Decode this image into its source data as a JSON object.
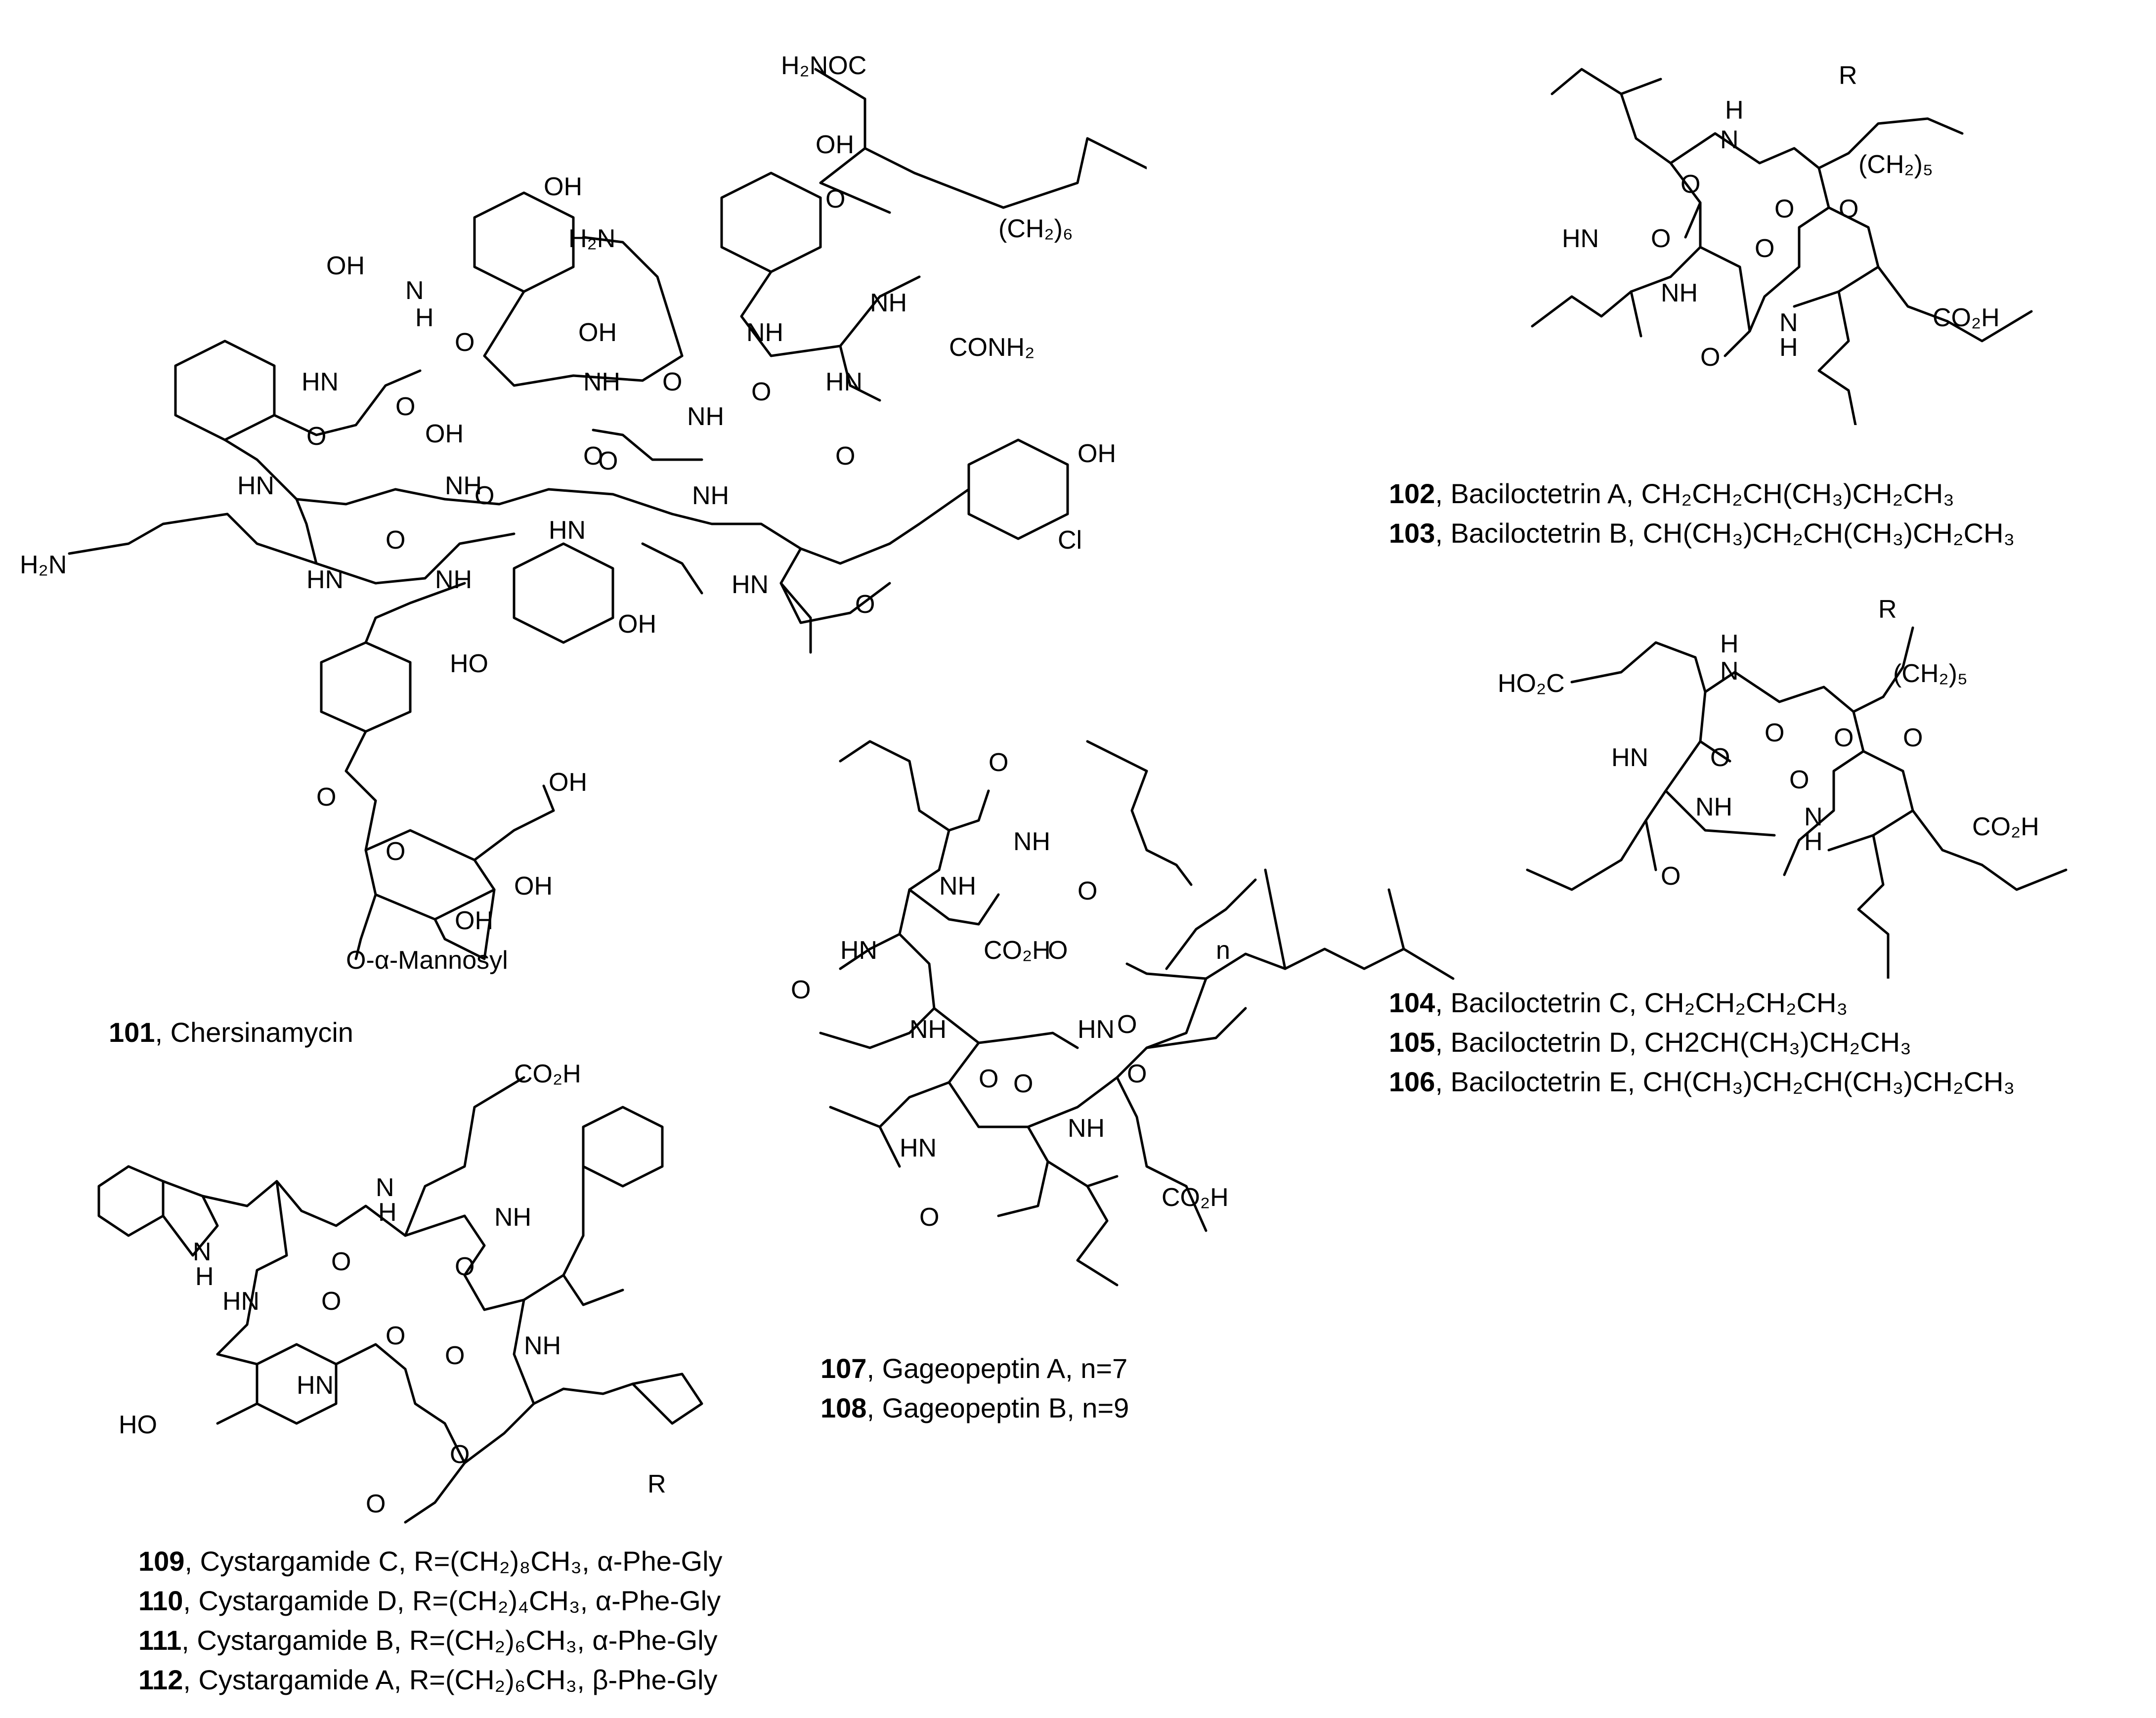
{
  "compounds": [
    {
      "num": "101",
      "text": "Chersinamycin"
    },
    {
      "num": "102",
      "text": "Baciloctetrin A, CH₂CH₂CH(CH₃)CH₂CH₃"
    },
    {
      "num": "103",
      "text": "Baciloctetrin B, CH(CH₃)CH₂CH(CH₃)CH₂CH₃"
    },
    {
      "num": "104",
      "text": "Baciloctetrin C, CH₂CH₂CH₂CH₃"
    },
    {
      "num": "105",
      "text": "Baciloctetrin D, CH2CH(CH₃)CH₂CH₃"
    },
    {
      "num": "106",
      "text": "Baciloctetrin E, CH(CH₃)CH₂CH(CH₃)CH₂CH₃"
    },
    {
      "num": "107",
      "text": "Gageopeptin A, n=7"
    },
    {
      "num": "108",
      "text": "Gageopeptin B, n=9"
    },
    {
      "num": "109",
      "text": "Cystargamide C, R=(CH₂)₈CH₃, α-Phe-Gly"
    },
    {
      "num": "110",
      "text": "Cystargamide D, R=(CH₂)₄CH₃, α-Phe-Gly"
    },
    {
      "num": "111",
      "text": "Cystargamide B, R=(CH₂)₆CH₃, α-Phe-Gly"
    },
    {
      "num": "112",
      "text": "Cystargamide A, R=(CH₂)₆CH₃, β-Phe-Gly"
    }
  ],
  "atoms": {
    "s101": [
      "H₂NOC",
      "OH",
      "H₂N",
      "(CH₂)₆",
      "OH",
      "N",
      "H",
      "O",
      "NH",
      "CONH₂",
      "HN",
      "OH",
      "NH",
      "O",
      "OH",
      "NH",
      "O",
      "NH",
      "O",
      "HN",
      "O",
      "O",
      "O",
      "OH",
      "Cl",
      "HN",
      "O",
      "HN",
      "NH",
      "O",
      "O",
      "H₂N",
      "HN",
      "O",
      "NH",
      "OH",
      "NH",
      "HN",
      "HO",
      "OH",
      "O",
      "O",
      "OH",
      "O",
      "OH",
      "OH",
      "O-α-Mannosyl"
    ],
    "s102": [
      "R",
      "H",
      "N",
      "(CH₂)₅",
      "HN",
      "O",
      "O",
      "O",
      "O",
      "NH",
      "O",
      "N",
      "H",
      "CO₂H",
      "O"
    ],
    "s104": [
      "R",
      "H",
      "N",
      "HO₂C",
      "(CH₂)₅",
      "HN",
      "O",
      "O",
      "O",
      "O",
      "NH",
      "O",
      "N",
      "H",
      "CO₂H",
      "O"
    ],
    "s107": [
      "O",
      "NH",
      "NH",
      "O",
      "CO₂H",
      "O",
      "HN",
      "O",
      "n",
      "O",
      "NH",
      "HN",
      "O",
      "O",
      "NH",
      "HN",
      "O",
      "O",
      "CO₂H"
    ],
    "s109": [
      "CO₂H",
      "N",
      "H",
      "NH",
      "N",
      "H",
      "O",
      "O",
      "HN",
      "O",
      "O",
      "NH",
      "O",
      "HO",
      "HN",
      "O",
      "O",
      "R"
    ]
  }
}
